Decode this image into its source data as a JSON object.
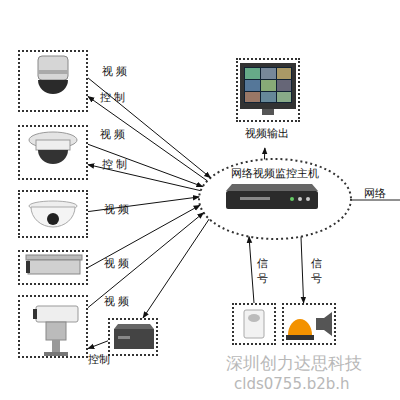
{
  "diagram": {
    "nodes": [
      {
        "text": [
          "视频输出"
        ]
      },
      {
        "text": []
      },
      {
        "text": []
      },
      {
        "text": [
          "网络视频监控主机"
        ]
      },
      {
        "text": []
      },
      {
        "text": []
      },
      {
        "text": []
      },
      {
        "text": []
      },
      {
        "text": []
      },
      {
        "text": []
      }
    ],
    "edges": [
      {
        "from": 1,
        "to": 3,
        "label": "视 频",
        "arrow": "to"
      },
      {
        "from": 3,
        "to": 1,
        "label": "控 制",
        "arrow": "to"
      },
      {
        "from": 2,
        "to": 3,
        "label": "视 频",
        "arrow": "to"
      },
      {
        "from": 3,
        "to": 2,
        "label": "控 制",
        "arrow": "to"
      },
      {
        "from": 4,
        "to": 3,
        "label": "视 频",
        "arrow": "to"
      },
      {
        "from": 5,
        "to": 3,
        "label": "视 频",
        "arrow": "to"
      },
      {
        "from": 6,
        "to": 3,
        "label": "视 频",
        "arrow": "to"
      },
      {
        "from": 3,
        "to": 7,
        "arrow": "to"
      },
      {
        "from": 7,
        "to": 6,
        "label": "控制",
        "arrow": "to"
      },
      {
        "from": 3,
        "to": 0,
        "arrow": "to"
      },
      {
        "from": 8,
        "to": 3,
        "label": "信 号",
        "arrow": "to"
      },
      {
        "from": 3,
        "to": 9,
        "label": "信 号",
        "arrow": "to"
      }
    ],
    "labels": [
      "网络",
      "深圳创力达思科技",
      "clds0755.b2b.h"
    ]
  }
}
